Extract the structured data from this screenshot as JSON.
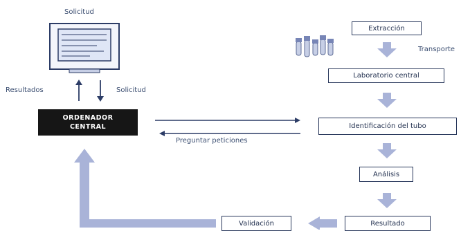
{
  "diagram": {
    "computer_label": "Solicitud",
    "results_label": "Resultados",
    "request_label": "Solicitud",
    "central_computer": [
      "ORDENADOR",
      "CENTRAL"
    ],
    "query_label": "Preguntar peticiones",
    "transport_label": "Transporte",
    "steps": {
      "extraction": "Extracción",
      "central_lab": "Laboratorio central",
      "tube_id": "Identificación del tubo",
      "analysis": "Análisis",
      "result": "Resultado",
      "validation": "Validación"
    },
    "colors": {
      "arrow": "#a9b3d8",
      "line": "#2c3c66",
      "box_border": "#27365a",
      "central_fill": "#161616"
    }
  }
}
